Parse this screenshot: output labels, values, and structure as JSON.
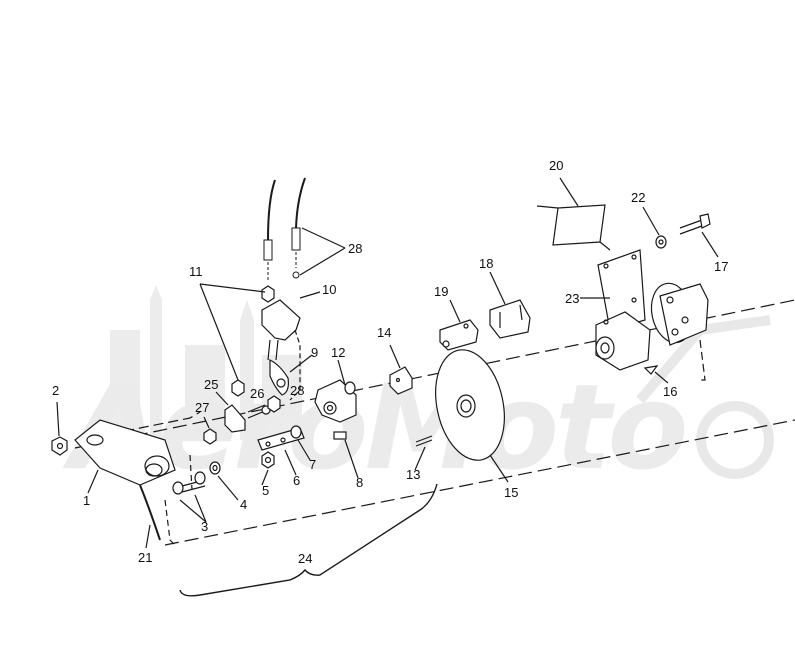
{
  "watermark": {
    "text": "AeroMoto",
    "color": "#e9e9e9"
  },
  "ink_color": "#1a1a1a",
  "callouts": [
    {
      "id": "c1",
      "text": "1"
    },
    {
      "id": "c2",
      "text": "2"
    },
    {
      "id": "c3",
      "text": "3"
    },
    {
      "id": "c4",
      "text": "4"
    },
    {
      "id": "c5",
      "text": "5"
    },
    {
      "id": "c6",
      "text": "6"
    },
    {
      "id": "c7",
      "text": "7"
    },
    {
      "id": "c8",
      "text": "8"
    },
    {
      "id": "c9",
      "text": "9"
    },
    {
      "id": "c10",
      "text": "10"
    },
    {
      "id": "c11",
      "text": "11"
    },
    {
      "id": "c12",
      "text": "12"
    },
    {
      "id": "c13",
      "text": "13"
    },
    {
      "id": "c14",
      "text": "14"
    },
    {
      "id": "c15",
      "text": "15"
    },
    {
      "id": "c16",
      "text": "16"
    },
    {
      "id": "c17",
      "text": "17"
    },
    {
      "id": "c18",
      "text": "18"
    },
    {
      "id": "c19",
      "text": "19"
    },
    {
      "id": "c20",
      "text": "20"
    },
    {
      "id": "c21",
      "text": "21"
    },
    {
      "id": "c22",
      "text": "22"
    },
    {
      "id": "c23",
      "text": "23"
    },
    {
      "id": "c24",
      "text": "24"
    },
    {
      "id": "c25",
      "text": "25"
    },
    {
      "id": "c26",
      "text": "26"
    },
    {
      "id": "c27",
      "text": "27"
    },
    {
      "id": "c28a",
      "text": "28"
    },
    {
      "id": "c28b",
      "text": "28"
    }
  ]
}
